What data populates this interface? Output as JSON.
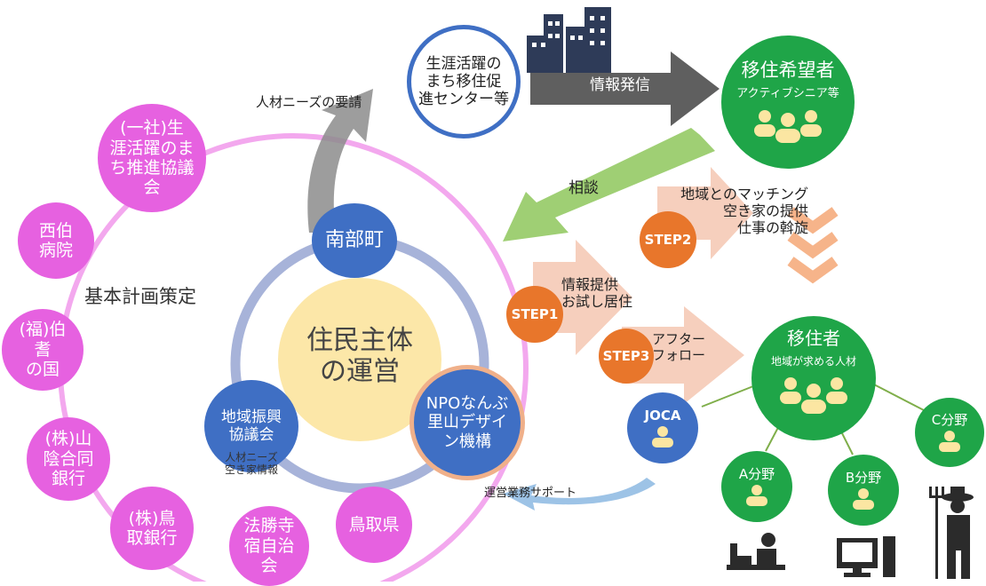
{
  "colors": {
    "pink": "#e661e0",
    "blue": "#3f6fc4",
    "green": "#1fa548",
    "orange": "#e8762b",
    "peach": "#f6cfbd",
    "gray_arrow": "#5f5f5f",
    "light_green_arrow": "#9fcf74",
    "light_blue_arrow": "#9dc3e6",
    "core_yellow": "#fce7a8",
    "ring_gray": "#a7b3d9"
  },
  "partners": [
    {
      "label": "(一社)生\n涯活躍のま\nち推進協議\n会"
    },
    {
      "label": "西伯\n病院"
    },
    {
      "label": "(福)伯\n耆\nの国"
    },
    {
      "label": "(株)山\n陰合同\n銀行"
    },
    {
      "label": "(株)鳥\n取銀行"
    },
    {
      "label": "法勝寺\n宿自治\n会"
    },
    {
      "label": "鳥取県"
    }
  ],
  "core": {
    "center": "住民主体\nの運営",
    "nanbu": "南部町",
    "npo": "NPOなんぶ\n里山デザイ\nン機構",
    "council": "地域振興\n協議会",
    "council_note": "人材ニーズ\n空き家情報"
  },
  "center_node": {
    "label": "生涯活躍の\nまち移住促\n進センター等"
  },
  "labels": {
    "basic_plan": "基本計画策定",
    "request": "人材ニーズの要請",
    "info_send": "情報発信",
    "consult": "相談",
    "ops_support": "運営業務サポート"
  },
  "applicants": {
    "title": "移住希望者",
    "subtitle": "アクティブシニア等"
  },
  "migrants": {
    "title": "移住者",
    "subtitle": "地域が求める人材"
  },
  "steps": [
    {
      "badge": "STEP1",
      "text": "情報提供\nお試し居住"
    },
    {
      "badge": "STEP2",
      "text": "地域とのマッチング\n空き家の提供\n仕事の斡旋"
    },
    {
      "badge": "STEP3",
      "text": "アフター\nフォロー"
    }
  ],
  "fields": [
    {
      "label": "JOCA"
    },
    {
      "label": "A分野"
    },
    {
      "label": "B分野"
    },
    {
      "label": "C分野"
    }
  ],
  "icons": [
    "buildings-icon",
    "people-group-icon",
    "person-icon",
    "reception-icon",
    "computer-icon",
    "farmer-icon"
  ]
}
